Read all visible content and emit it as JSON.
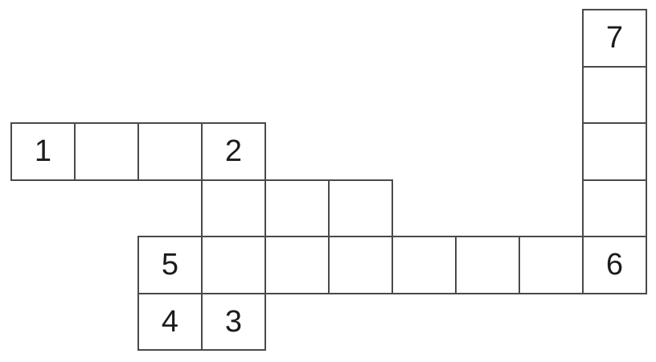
{
  "grid": {
    "kind": "crossword-grid",
    "rows": 6,
    "cols": 10,
    "colors": {
      "background": "#ffffff",
      "line": "#4a4a4a",
      "number": "#1c1c1c"
    },
    "cells": [
      {
        "row": 0,
        "col": 9,
        "number": "7"
      },
      {
        "row": 1,
        "col": 9,
        "number": ""
      },
      {
        "row": 2,
        "col": 0,
        "number": "1"
      },
      {
        "row": 2,
        "col": 1,
        "number": ""
      },
      {
        "row": 2,
        "col": 2,
        "number": ""
      },
      {
        "row": 2,
        "col": 3,
        "number": "2"
      },
      {
        "row": 2,
        "col": 9,
        "number": ""
      },
      {
        "row": 3,
        "col": 3,
        "number": ""
      },
      {
        "row": 3,
        "col": 4,
        "number": ""
      },
      {
        "row": 3,
        "col": 5,
        "number": ""
      },
      {
        "row": 3,
        "col": 9,
        "number": ""
      },
      {
        "row": 4,
        "col": 2,
        "number": "5"
      },
      {
        "row": 4,
        "col": 3,
        "number": ""
      },
      {
        "row": 4,
        "col": 4,
        "number": ""
      },
      {
        "row": 4,
        "col": 5,
        "number": ""
      },
      {
        "row": 4,
        "col": 6,
        "number": ""
      },
      {
        "row": 4,
        "col": 7,
        "number": ""
      },
      {
        "row": 4,
        "col": 8,
        "number": ""
      },
      {
        "row": 4,
        "col": 9,
        "number": "6"
      },
      {
        "row": 5,
        "col": 2,
        "number": "4"
      },
      {
        "row": 5,
        "col": 3,
        "number": "3"
      }
    ]
  }
}
